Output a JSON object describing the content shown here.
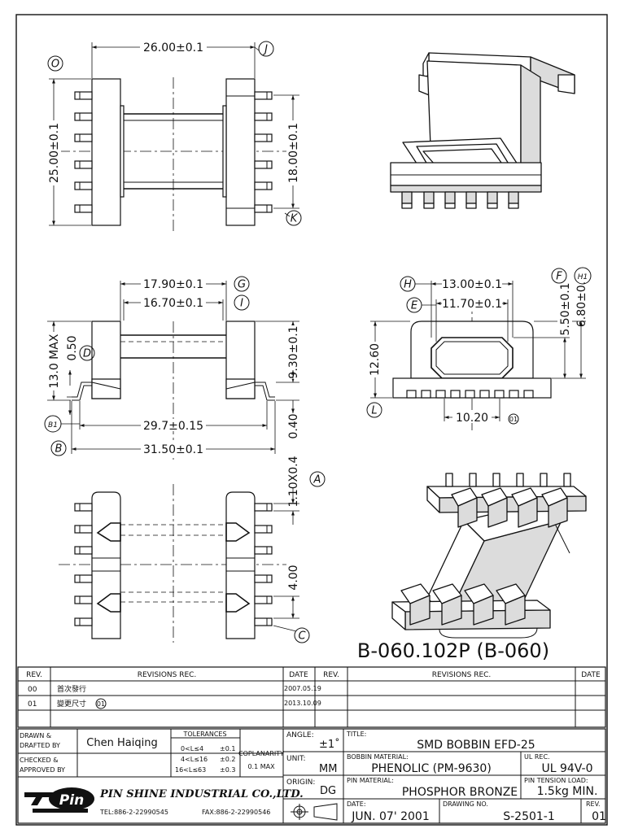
{
  "part_number": "B-060.102P (B-060)",
  "dims": {
    "top_width": "26.00±0.1",
    "top_height": "25.00±0.1",
    "top_pin_span": "18.00±0.1",
    "flange_outer": "17.90±0.1",
    "flange_inner": "16.70±0.1",
    "height_max": "13.0 MAX",
    "offset_050": "0.50",
    "height_930": "9.30±0.1",
    "thk_040": "0.40",
    "pin_span_297": "29.7±0.15",
    "total_315": "31.50±0.1",
    "end_1300": "13.00±0.1",
    "end_1170": "11.70±0.1",
    "end_550": "5.50±0.1",
    "end_680": "6.80±0.",
    "end_1260": "12.60",
    "end_1020": "10.20",
    "pin_110": "1.10X0.4",
    "pitch_400": "4.00"
  },
  "labels": {
    "O": "O",
    "J": "J",
    "K": "K",
    "G": "G",
    "I": "I",
    "D": "D",
    "B1": "B1",
    "B": "B",
    "H": "H",
    "E": "E",
    "F": "F",
    "H1": "H1",
    "L": "L",
    "A": "A",
    "C": "C",
    "rev01": "01"
  },
  "revisions": {
    "headers": {
      "rev": "REV.",
      "rec": "REVISIONS   REC.",
      "date": "DATE"
    },
    "rows": [
      {
        "rev": "00",
        "rec": "首次發行",
        "date": "2007.05.19"
      },
      {
        "rev": "01",
        "rec": "變更尺寸",
        "mark": "01",
        "date": "2013.10.09"
      }
    ]
  },
  "title_block": {
    "drawn_label": "DRAWN &\nDRAFTED BY",
    "drawn_by": "Chen Haiqing",
    "checked_label": "CHECKED &\nAPPROVED BY",
    "tolerances_label": "TOLERANCES",
    "tol_rows": [
      {
        "range": "0<L≤4",
        "tol": "±0.1"
      },
      {
        "range": "4<L≤16",
        "tol": "±0.2"
      },
      {
        "range": "16<L≤63",
        "tol": "±0.3"
      }
    ],
    "coplanarity_label": "COPLANARITY",
    "coplanarity_value": "0.1  MAX",
    "angle_label": "ANGLE:",
    "angle_value": "±1˚",
    "unit_label": "UNIT:",
    "unit_value": "MM",
    "origin_label": "ORIGIN:",
    "origin_value": "DG",
    "title_label": "TITLE:",
    "title_value": "SMD  BOBBIN  EFD-25",
    "bobbin_material_label": "BOBBIN MATERIAL:",
    "bobbin_material_value": "PHENOLIC  (PM-9630)",
    "ul_label": "UL REC.",
    "ul_value": "UL 94V-0",
    "pin_material_label": "PIN MATERIAL:",
    "pin_material_value": "PHOSPHOR  BRONZE",
    "pin_tension_label": "PIN TENSION LOAD:",
    "pin_tension_value": "1.5kg  MIN.",
    "date_label": "DATE:",
    "date_value": "JUN. 07'  2001",
    "drawing_no_label": "DRAWING NO.",
    "drawing_no_value": "S-2501-1",
    "rev_label": "REV.",
    "rev_value": "01",
    "company": "PIN SHINE INDUSTRIAL CO.,LTD.",
    "tel": "TEL:886-2-22990545",
    "fax": "FAX:886-2-22990546"
  }
}
